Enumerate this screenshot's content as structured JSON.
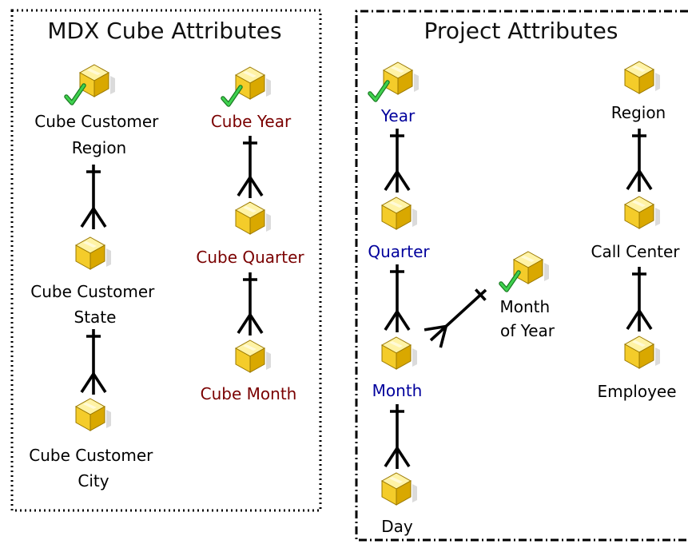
{
  "colors": {
    "cube_top": "#fff3a6",
    "cube_left": "#f4cc2a",
    "cube_right": "#d9a800",
    "cube_edge": "#9a7800",
    "check": "#2fbf3f",
    "label_black": "#000000",
    "label_red": "#7a0000",
    "label_blue": "#00009c"
  },
  "panels": {
    "mdx": {
      "title": "MDX Cube Attributes",
      "border_style": "dotted",
      "attributes": {
        "cube_customer_region": {
          "lines": [
            "Cube Customer",
            "Region"
          ],
          "color": "black",
          "checked": true
        },
        "cube_customer_state": {
          "lines": [
            "Cube Customer",
            "State"
          ],
          "color": "black",
          "checked": false
        },
        "cube_customer_city": {
          "lines": [
            "Cube Customer",
            "City"
          ],
          "color": "black",
          "checked": false
        },
        "cube_year": {
          "lines": [
            "Cube Year"
          ],
          "color": "red",
          "checked": true
        },
        "cube_quarter": {
          "lines": [
            "Cube Quarter"
          ],
          "color": "red",
          "checked": false
        },
        "cube_month": {
          "lines": [
            "Cube Month"
          ],
          "color": "red",
          "checked": false
        }
      }
    },
    "project": {
      "title": "Project Attributes",
      "border_style": "dash-dot",
      "attributes": {
        "year": {
          "lines": [
            "Year"
          ],
          "color": "blue",
          "checked": true
        },
        "quarter": {
          "lines": [
            "Quarter"
          ],
          "color": "blue",
          "checked": false
        },
        "month": {
          "lines": [
            "Month"
          ],
          "color": "blue",
          "checked": false
        },
        "day": {
          "lines": [
            "Day"
          ],
          "color": "black",
          "checked": false
        },
        "month_of_year": {
          "lines": [
            "Month",
            "of Year"
          ],
          "color": "black",
          "checked": true
        },
        "region": {
          "lines": [
            "Region"
          ],
          "color": "black",
          "checked": false
        },
        "call_center": {
          "lines": [
            "Call Center"
          ],
          "color": "black",
          "checked": false
        },
        "employee": {
          "lines": [
            "Employee"
          ],
          "color": "black",
          "checked": false
        }
      }
    }
  },
  "relationships": [
    {
      "parent": "cube_customer_region",
      "child": "cube_customer_state",
      "type": "one-to-many"
    },
    {
      "parent": "cube_customer_state",
      "child": "cube_customer_city",
      "type": "one-to-many"
    },
    {
      "parent": "cube_year",
      "child": "cube_quarter",
      "type": "one-to-many"
    },
    {
      "parent": "cube_quarter",
      "child": "cube_month",
      "type": "one-to-many"
    },
    {
      "parent": "year",
      "child": "quarter",
      "type": "one-to-many"
    },
    {
      "parent": "quarter",
      "child": "month",
      "type": "one-to-many"
    },
    {
      "parent": "month",
      "child": "day",
      "type": "one-to-many"
    },
    {
      "parent": "month_of_year",
      "child": "month",
      "type": "one-to-many"
    },
    {
      "parent": "region",
      "child": "call_center",
      "type": "one-to-many"
    },
    {
      "parent": "call_center",
      "child": "employee",
      "type": "one-to-many"
    }
  ]
}
